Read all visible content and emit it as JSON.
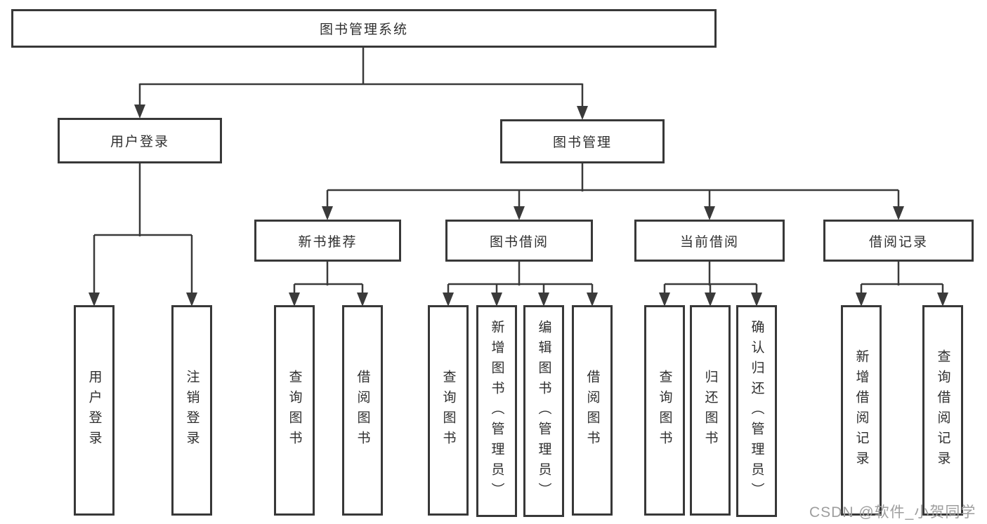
{
  "tree": {
    "root": {
      "label": "图书管理系统"
    },
    "branches": [
      {
        "label": "用户登录",
        "children": [
          {
            "label": "用户登录"
          },
          {
            "label": "注销登录"
          }
        ]
      },
      {
        "label": "图书管理",
        "children": [
          {
            "label": "新书推荐",
            "children": [
              {
                "label": "查询图书"
              },
              {
                "label": "借阅图书"
              }
            ]
          },
          {
            "label": "图书借阅",
            "children": [
              {
                "label": "查询图书"
              },
              {
                "label": "新增图书（管理员）"
              },
              {
                "label": "编辑图书（管理员）"
              },
              {
                "label": "借阅图书"
              }
            ]
          },
          {
            "label": "当前借阅",
            "children": [
              {
                "label": "查询图书"
              },
              {
                "label": "归还图书"
              },
              {
                "label": "确认归还（管理员）"
              }
            ]
          },
          {
            "label": "借阅记录",
            "children": [
              {
                "label": "新增借阅记录"
              },
              {
                "label": "查询借阅记录"
              }
            ]
          }
        ]
      }
    ]
  },
  "watermark": {
    "text": "CSDN @软件_小贺同学"
  },
  "colors": {
    "line": "#3a3a3a",
    "border": "#383838",
    "text": "#2f2f2f",
    "watermark": "#9e9e9e",
    "background": "#ffffff"
  }
}
